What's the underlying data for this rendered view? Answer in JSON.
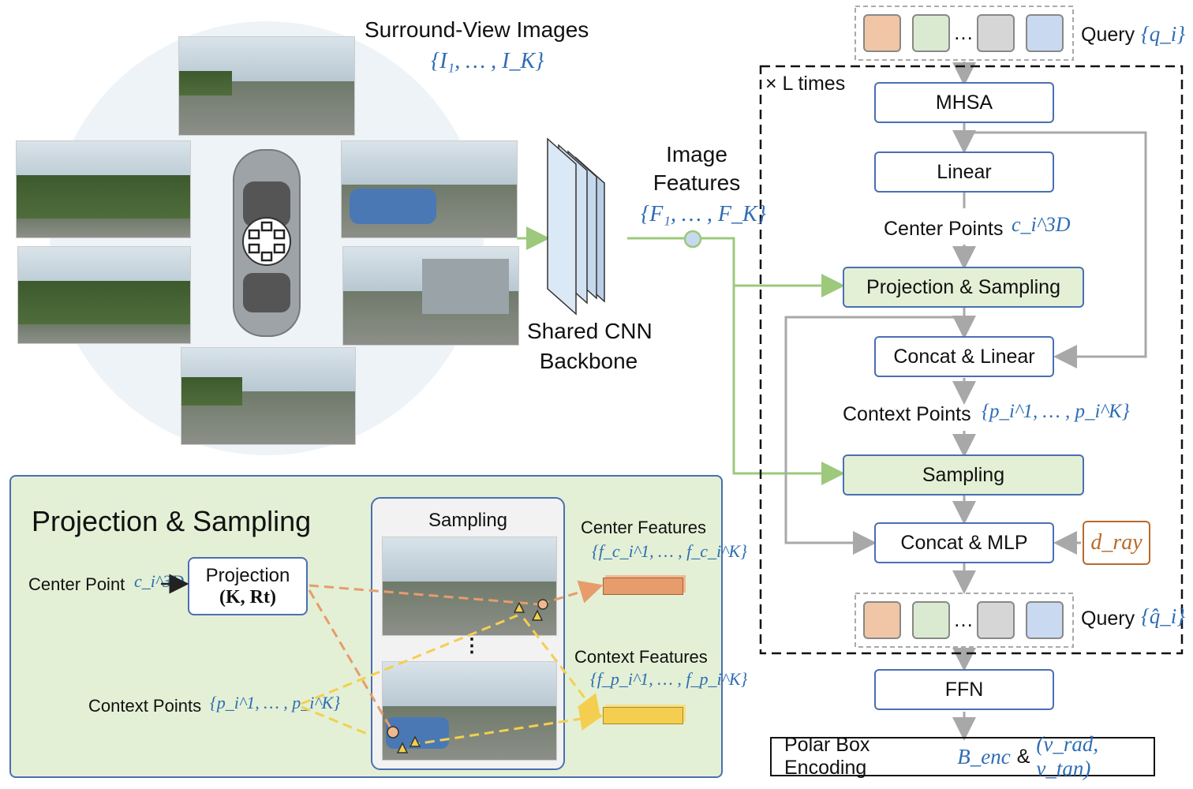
{
  "surround": {
    "title": "Surround-View Images",
    "math": "{I₁, … , I_K}"
  },
  "backbone": {
    "line1": "Shared CNN",
    "line2": "Backbone"
  },
  "features": {
    "line1": "Image",
    "line2": "Features",
    "math": "{F₁, … , F_K}"
  },
  "decoder": {
    "query_in_label": "Query",
    "query_in_math": "{q_i}",
    "times_label": "× L times",
    "mhsa": "MHSA",
    "linear": "Linear",
    "center_points": "Center Points",
    "center_points_math": "c_i^3D",
    "proj_sampling": "Projection & Sampling",
    "concat_linear": "Concat & Linear",
    "context_points": "Context Points",
    "context_points_math": "{p_i^1, … , p_i^K}",
    "sampling": "Sampling",
    "concat_mlp": "Concat & MLP",
    "d_ray": "d_ray",
    "query_out_label": "Query",
    "query_out_math": "{q̂_i}",
    "ffn": "FFN",
    "polar_box": "Polar Box Encoding",
    "polar_box_math": "B_enc",
    "polar_box_amp": "&",
    "polar_box_math2": "(v_rad, v_tan)"
  },
  "inset": {
    "title": "Projection & Sampling",
    "center_point": "Center Point",
    "center_point_math": "c_i^3D",
    "projection": "Projection",
    "projection_math": "(K, Rt)",
    "context_points": "Context Points",
    "context_points_math": "{p_i^1, … , p_i^K}",
    "sampling": "Sampling",
    "center_features": "Center Features",
    "center_features_math": "{f_c_i^1, … , f_c_i^K}",
    "context_features": "Context Features",
    "context_features_math": "{f_p_i^1, … , f_p_i^K}"
  },
  "colors": {
    "blue_border": "#4a6fb3",
    "green_fill": "#e3f0d5",
    "green_line": "#9cc97b",
    "gray_line": "#a8a8a8",
    "orange": "#e79c6b",
    "yellow": "#f4cf4f",
    "token_orange": "#f0c6a6",
    "token_green": "#d9ead1",
    "token_gray": "#d6d6d6",
    "token_blue": "#c9d9f0"
  }
}
